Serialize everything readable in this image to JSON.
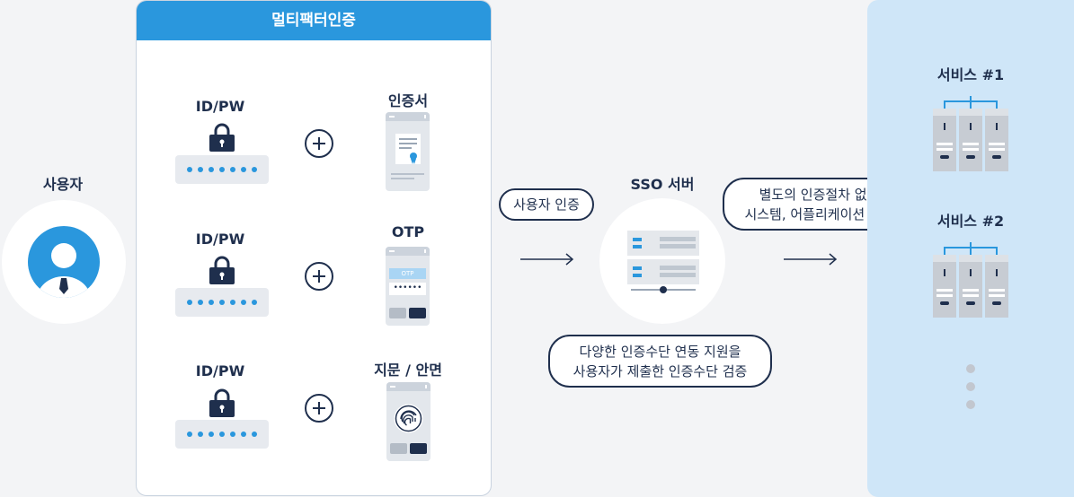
{
  "user": {
    "label": "사용자"
  },
  "mfa": {
    "title": "멀티팩터인증",
    "rows": [
      {
        "left_label": "ID/PW",
        "right_label": "인증서"
      },
      {
        "left_label": "ID/PW",
        "right_label": "OTP",
        "otp_text": "OTP"
      },
      {
        "left_label": "ID/PW",
        "right_label": "지문 / 안면"
      }
    ]
  },
  "flow": {
    "user_auth_pill": "사용자 인증",
    "sso_label": "SSO 서버",
    "multi_support_line1": "다양한 인증수단 연동 지원을",
    "multi_support_line2": "사용자가 제출한 인증수단 검증",
    "access_line1": "별도의 인증절차 없이",
    "access_line2": "시스템, 어플리케이션 접근"
  },
  "services": [
    {
      "label": "서비스 #1"
    },
    {
      "label": "서비스 #2"
    }
  ],
  "colors": {
    "accent": "#2a97dd",
    "navy": "#1f2f4d",
    "service_bg": "#cfe6f8"
  }
}
